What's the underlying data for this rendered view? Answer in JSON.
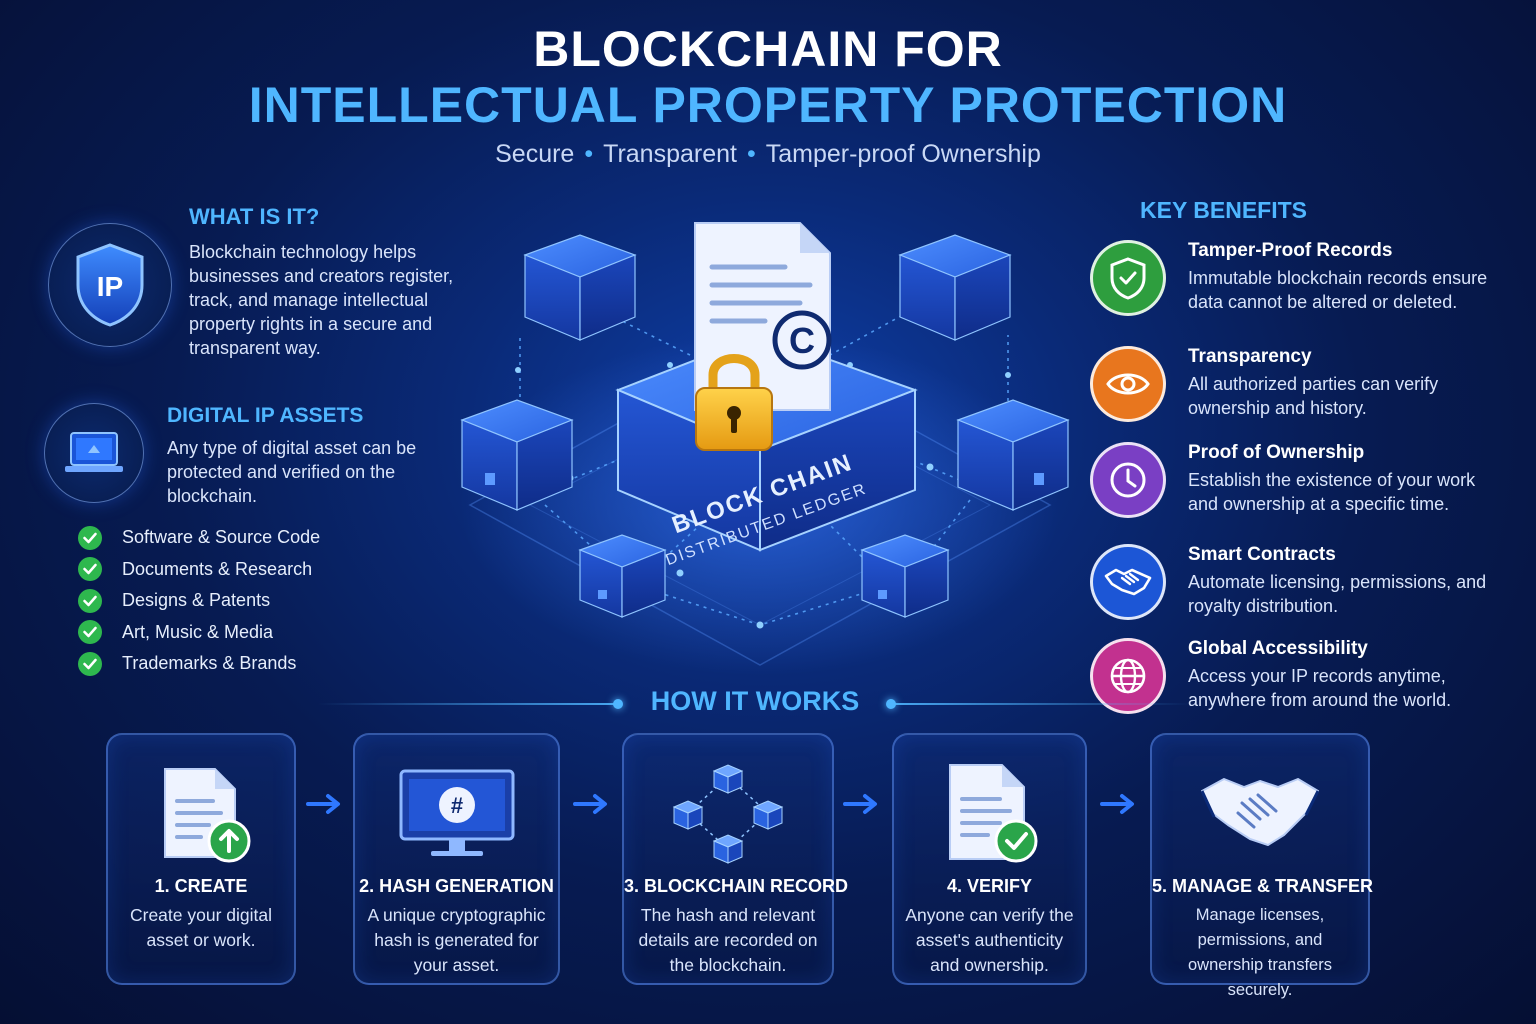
{
  "header": {
    "title_line1": "BLOCKCHAIN FOR",
    "title_line2": "INTELLECTUAL PROPERTY PROTECTION",
    "subtitle": [
      "Secure",
      "Transparent",
      "Tamper-proof Ownership"
    ]
  },
  "what_is_it": {
    "heading": "WHAT IS IT?",
    "icon_text": "IP",
    "body": "Blockchain technology helps businesses and creators register, track, and manage intellectual property rights in a secure and transparent way."
  },
  "digital_assets": {
    "heading": "DIGITAL IP ASSETS",
    "body": "Any type of digital asset can be protected and verified on the blockchain.",
    "items": [
      "Software & Source Code",
      "Documents & Research",
      "Designs & Patents",
      "Art, Music & Media",
      "Trademarks & Brands"
    ]
  },
  "center": {
    "ledger_title": "BLOCK CHAIN",
    "ledger_subtitle": "DISTRIBUTED LEDGER"
  },
  "key_benefits": {
    "heading": "KEY BENEFITS",
    "items": [
      {
        "title": "Tamper-Proof Records",
        "desc": "Immutable blockchain records ensure data cannot be altered or deleted.",
        "icon": "shield-check-icon",
        "color": "#2e9e3e"
      },
      {
        "title": "Transparency",
        "desc": "All authorized parties can verify ownership and history.",
        "icon": "eye-icon",
        "color": "#e8761e"
      },
      {
        "title": "Proof of Ownership",
        "desc": "Establish the existence of your work and ownership at a specific time.",
        "icon": "clock-icon",
        "color": "#7a3fc4"
      },
      {
        "title": "Smart Contracts",
        "desc": "Automate licensing, permissions, and royalty distribution.",
        "icon": "handshake-icon",
        "color": "#1c56d6"
      },
      {
        "title": "Global Accessibility",
        "desc": "Access your IP records anytime, anywhere from around the world.",
        "icon": "globe-icon",
        "color": "#c2318f"
      }
    ]
  },
  "how_it_works": {
    "heading": "HOW IT WORKS",
    "steps": [
      {
        "title": "1. CREATE",
        "desc": "Create your digital asset or work.",
        "icon": "document-upload-icon"
      },
      {
        "title": "2. HASH GENERATION",
        "desc": "A unique cryptographic hash is generated for your asset.",
        "icon": "monitor-hash-icon"
      },
      {
        "title": "3. BLOCKCHAIN RECORD",
        "desc": "The hash and relevant details are recorded on the blockchain.",
        "icon": "block-network-icon"
      },
      {
        "title": "4. VERIFY",
        "desc": "Anyone can verify the asset's authenticity and ownership.",
        "icon": "document-check-icon"
      },
      {
        "title": "5. MANAGE & TRANSFER",
        "desc": "Manage licenses, permissions, and ownership transfers securely.",
        "icon": "handshake-icon"
      }
    ]
  }
}
